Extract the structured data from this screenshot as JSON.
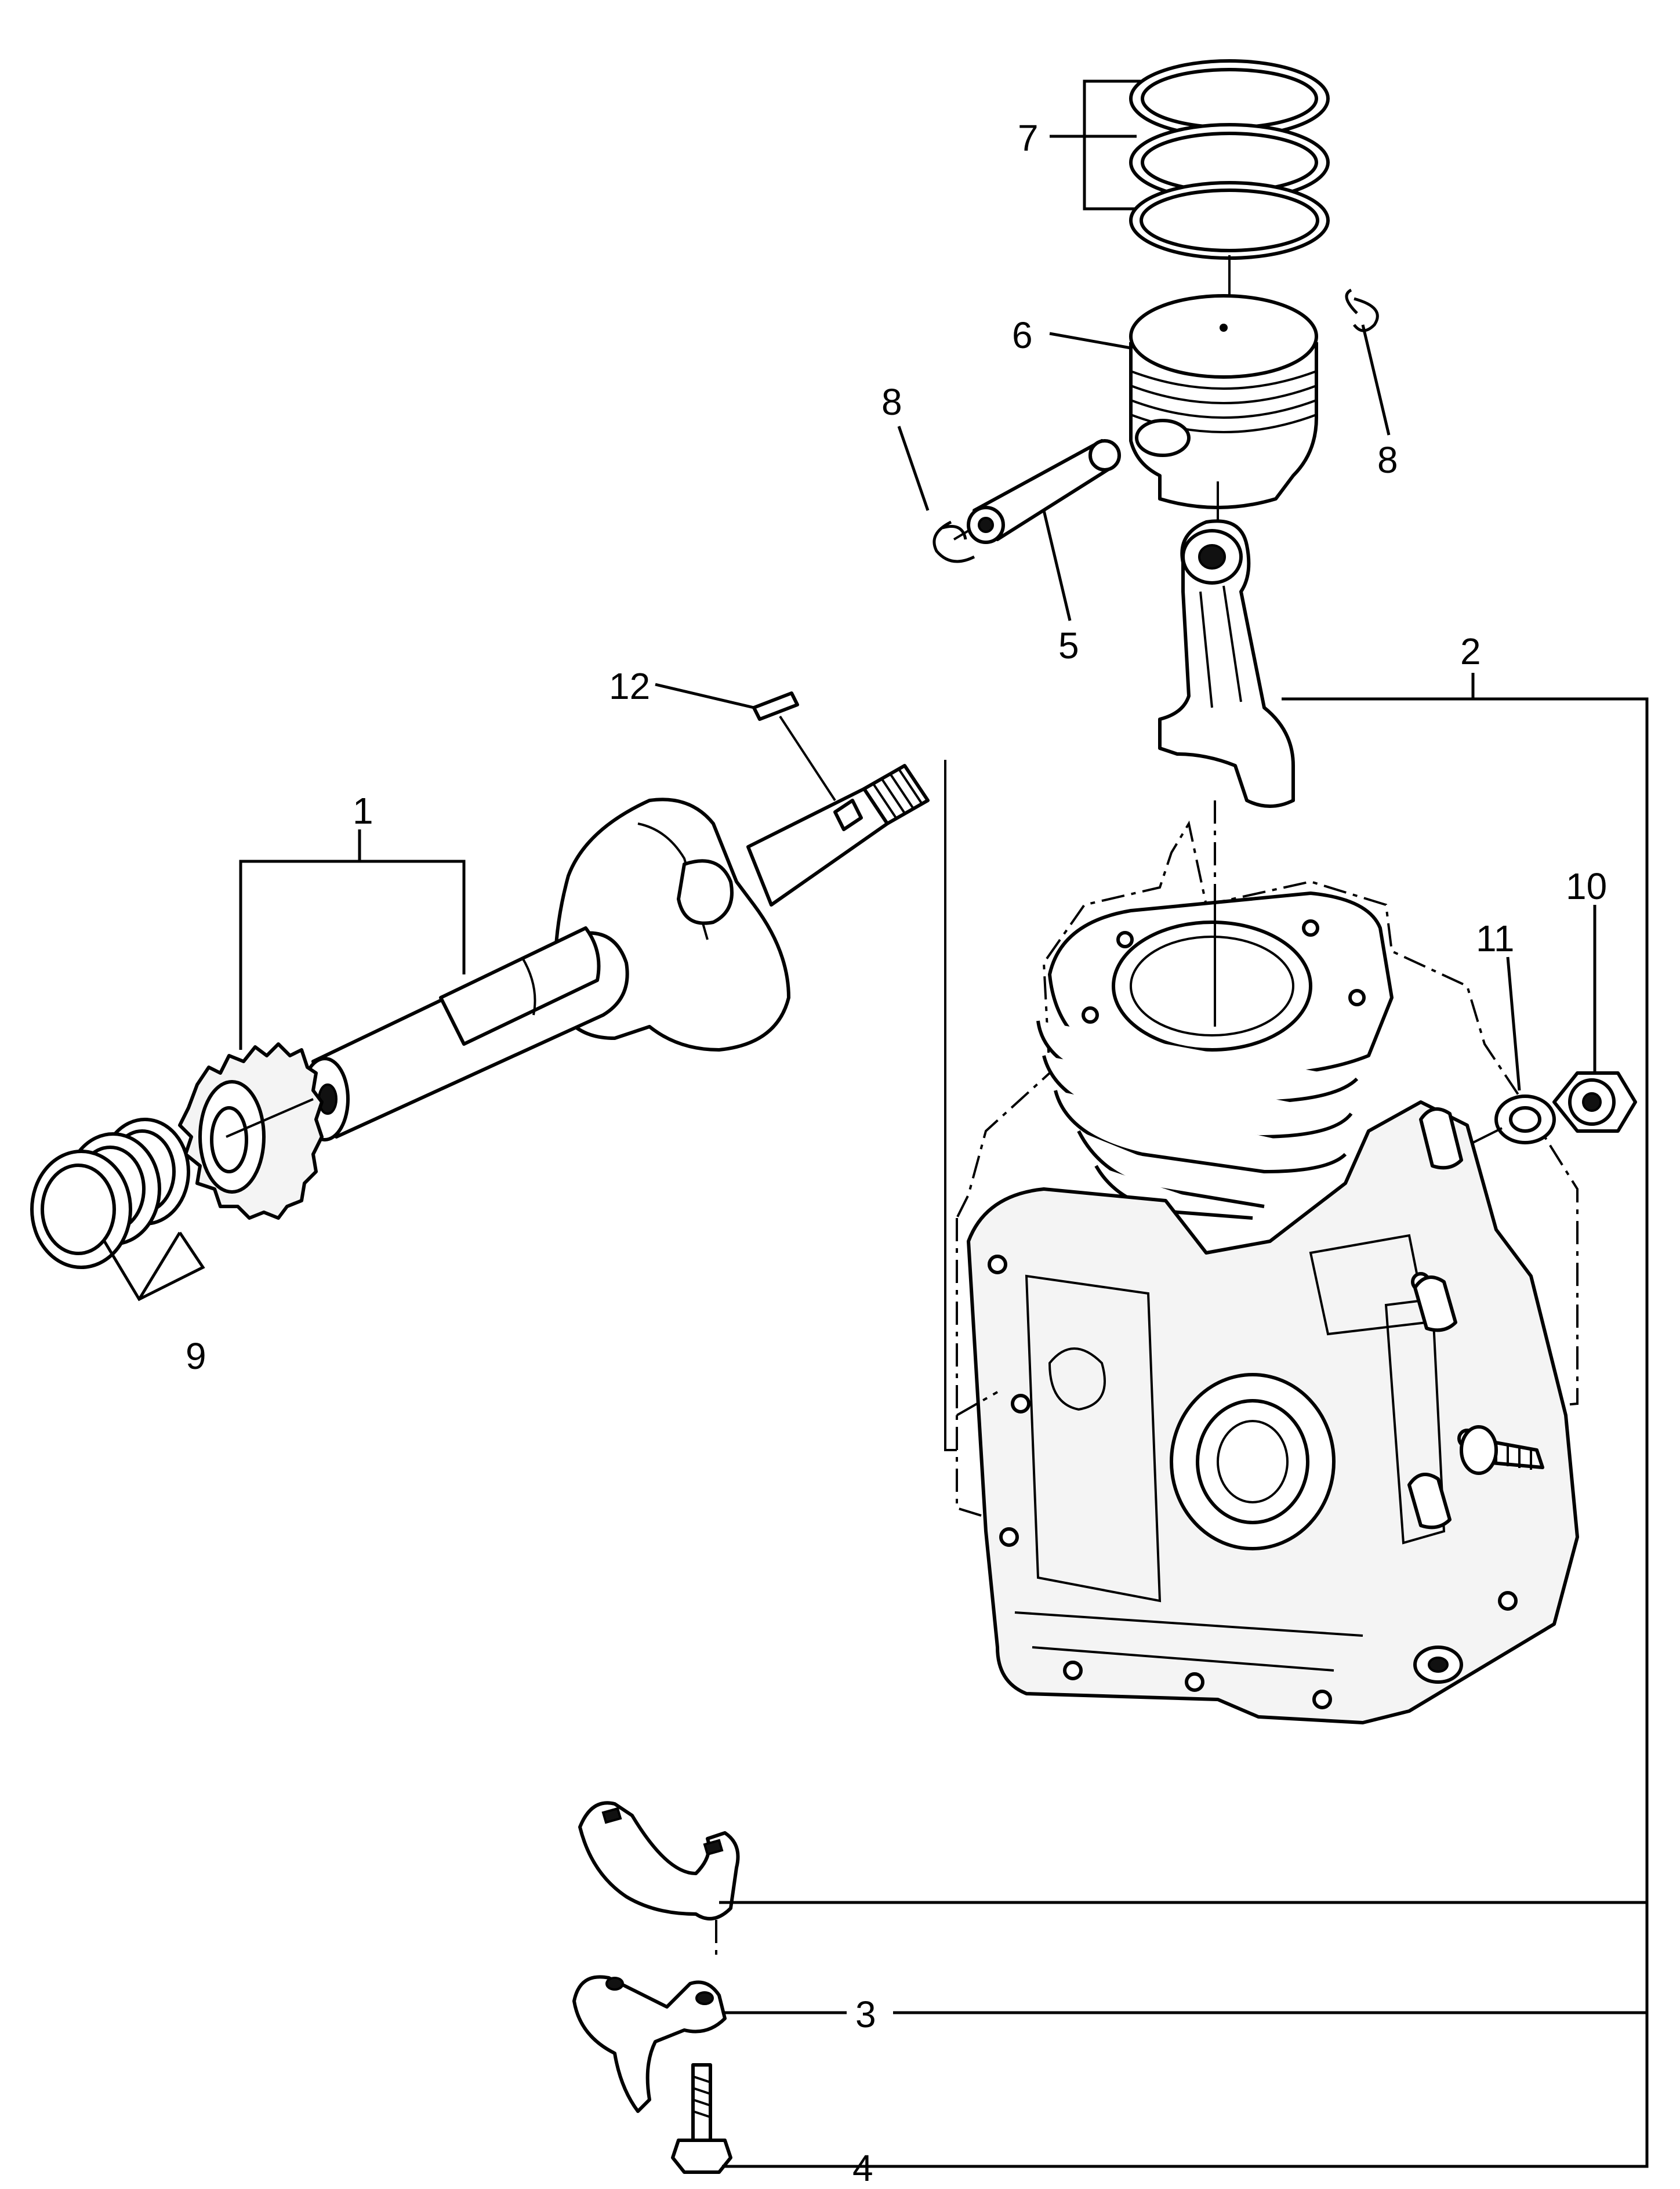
{
  "callouts": {
    "c1": "1",
    "c2": "2",
    "c3": "3",
    "c4": "4",
    "c5": "5",
    "c6": "6",
    "c7": "7",
    "c8a": "8",
    "c8b": "8",
    "c9": "9",
    "c10": "10",
    "c11": "11",
    "c12": "12"
  },
  "colors": {
    "ink": "#000000",
    "paper": "#ffffff"
  }
}
